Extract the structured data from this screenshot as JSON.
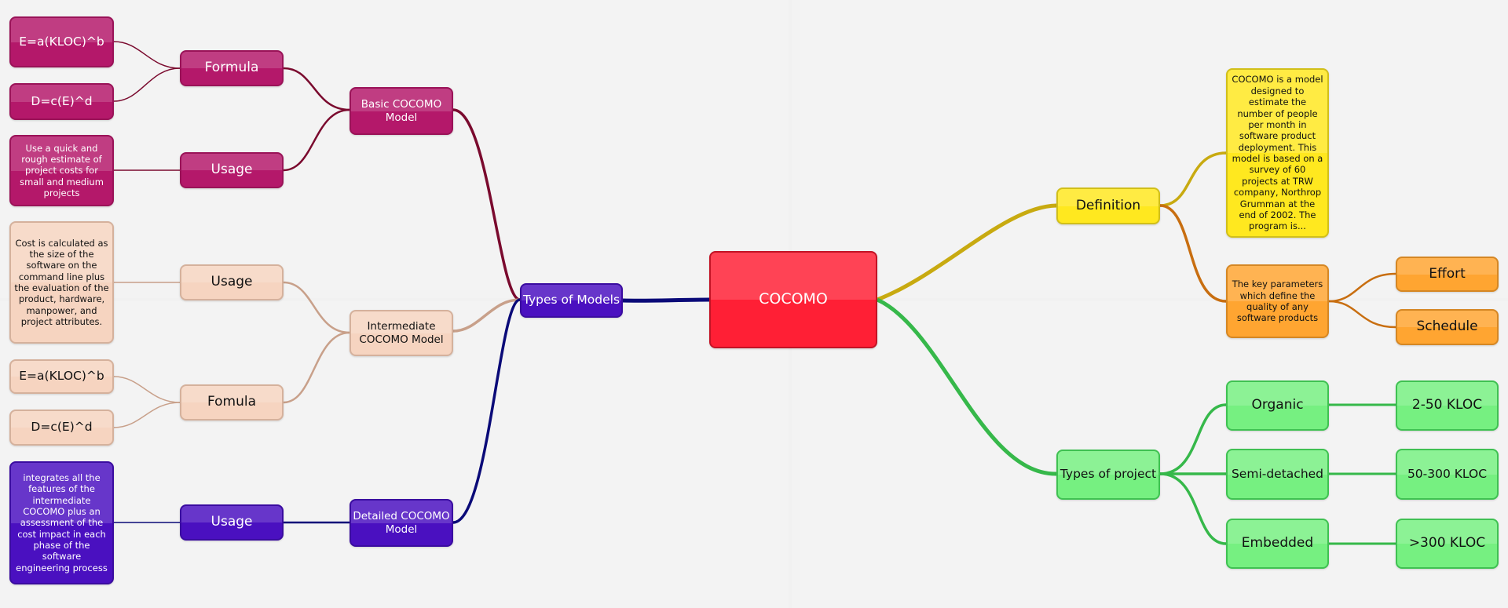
{
  "colors": {
    "magenta": "#b4186a",
    "peach": "#f6d4c0",
    "violet": "#4a10c0",
    "red": "#ff1f35",
    "yellow": "#ffe81f",
    "orange": "#ffa531",
    "green": "#76f081",
    "link_magenta": "#7a0a2e",
    "link_peach": "#c8a08a",
    "link_navy": "#0a0a78",
    "link_yellow": "#c8aa10",
    "link_orange": "#c86e10",
    "link_green": "#36b84a"
  },
  "mindmap": {
    "root": "COCOMO",
    "left": {
      "types_of_models": "Types of Models",
      "basic": {
        "label": "Basic COCOMO Model",
        "formula": {
          "label": "Formula",
          "items": [
            "E=a(KLOC)^b",
            "D=c(E)^d"
          ]
        },
        "usage": {
          "label": "Usage",
          "note": "Use a quick and rough estimate of project costs for small and medium projects"
        }
      },
      "intermediate": {
        "label": "Intermediate COCOMO Model",
        "usage": {
          "label": "Usage",
          "note": "Cost is calculated as the size of the software on the command line plus the evaluation of the product, hardware, manpower, and project attributes."
        },
        "formula": {
          "label": "Fomula",
          "items": [
            "E=a(KLOC)^b",
            "D=c(E)^d"
          ]
        }
      },
      "detailed": {
        "label": "Detailed COCOMO Model",
        "usage": {
          "label": "Usage",
          "note": "integrates all the features of the intermediate COCOMO plus an assessment of the cost impact in each phase of the software engineering process"
        }
      }
    },
    "right": {
      "definition": {
        "label": "Definition",
        "text": "COCOMO is a model designed to estimate the number of people per month in software product deployment. This model is based on a survey of 60 projects at TRW company, Northrop Grumman at the end of 2002. The program is...",
        "key_params": "The key parameters which define the quality of any software products",
        "effort": "Effort",
        "schedule": "Schedule"
      },
      "types_of_project": {
        "label": "Types of project",
        "items": [
          {
            "name": "Organic",
            "size": "2-50 KLOC"
          },
          {
            "name": "Semi-detached",
            "size": "50-300 KLOC"
          },
          {
            "name": "Embedded",
            "size": ">300 KLOC"
          }
        ]
      }
    }
  }
}
